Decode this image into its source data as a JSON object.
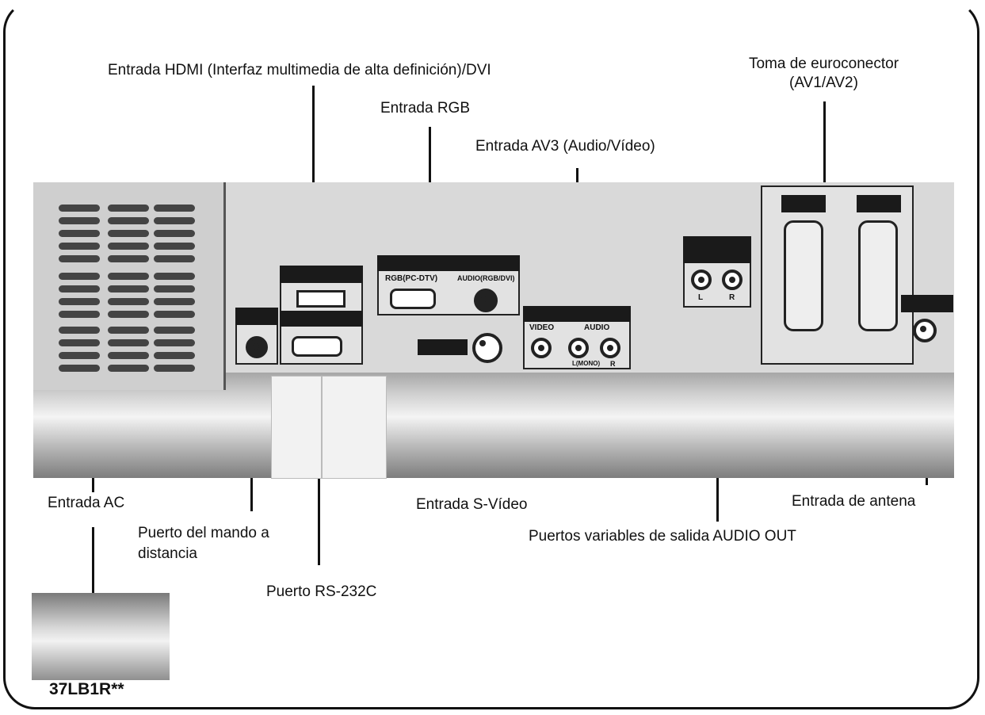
{
  "labels": {
    "hdmi": "Entrada HDMI (Interfaz multimedia de alta definición)/DVI",
    "rgb": "Entrada RGB",
    "av3": "Entrada AV3 (Audio/Vídeo)",
    "euro_line1": "Toma de euroconector",
    "euro_line2": "(AV1/AV2)",
    "ac": "Entrada AC",
    "remote_line1": "Puerto del mando a",
    "remote_line2": "distancia",
    "rs232": "Puerto RS-232C",
    "svideo": "Entrada S-Vídeo",
    "audio_out": "Puertos variables de salida AUDIO OUT",
    "antenna": "Entrada de antena"
  },
  "panel_text": {
    "rgb_pc_dtv": "RGB(PC-DTV)",
    "audio_rgb_dvi": "AUDIO(RGB/DVI)",
    "video": "VIDEO",
    "audio": "AUDIO",
    "l_mono": "L(MONO)",
    "r": "R",
    "l": "L",
    "r2": "R"
  },
  "model": "37LB1R**"
}
